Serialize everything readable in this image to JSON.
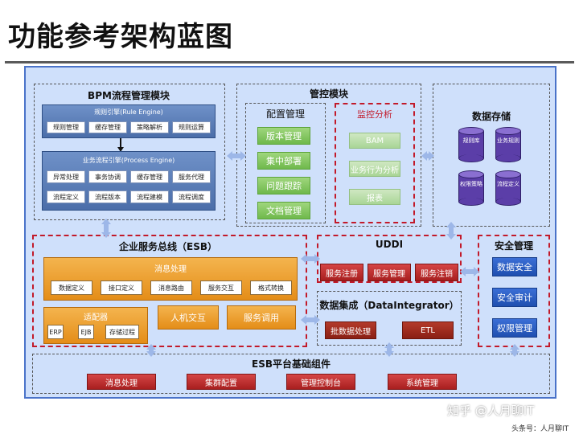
{
  "title": "功能参考架构蓝图",
  "bpm": {
    "title": "BPM流程管理模块",
    "rule_engine": {
      "title": "规则引擎(Rule Engine)",
      "cells": [
        "规则管理",
        "缓存管理",
        "策略解析",
        "规则运算"
      ]
    },
    "process_engine": {
      "title": "业务流程引擎(Process Engine)",
      "cells": [
        "异常处理",
        "事务协调",
        "缓存管理",
        "服务代理",
        "流程定义",
        "流程版本",
        "流程建模",
        "流程调度"
      ]
    }
  },
  "control": {
    "title": "管控模块",
    "config": {
      "title": "配置管理",
      "items": [
        "版本管理",
        "集中部署",
        "问题跟踪",
        "文档管理"
      ]
    },
    "monitor": {
      "title": "监控分析",
      "items": [
        "BAM",
        "业务行为分析",
        "报表"
      ]
    }
  },
  "storage": {
    "title": "数据存储",
    "dbs": [
      "规则库",
      "业务规则",
      "权限策略",
      "流程定义"
    ]
  },
  "esb": {
    "title": "企业服务总线（ESB）",
    "messaging": {
      "title": "消息处理",
      "cells": [
        "数据定义",
        "接口定义",
        "消息路由",
        "服务交互",
        "格式转换"
      ]
    },
    "adapter": {
      "title": "适配器",
      "cells": [
        "ERP",
        "EJB",
        "存储过程"
      ]
    },
    "human": "人机交互",
    "service_call": "服务调用"
  },
  "uddi": {
    "title": "UDDI",
    "items": [
      "服务注册",
      "服务管理",
      "服务注销"
    ]
  },
  "integration": {
    "title": "数据集成（DataIntegrator）",
    "items": [
      "批数据处理",
      "ETL"
    ]
  },
  "security": {
    "title": "安全管理",
    "items": [
      "数据安全",
      "安全审计",
      "权限管理"
    ]
  },
  "base": {
    "title": "ESB平台基础组件",
    "items": [
      "消息处理",
      "集群配置",
      "管理控制台",
      "系统管理"
    ]
  },
  "watermark": {
    "main": "知乎 @人月聊IT",
    "sub": "头条号：人月聊IT"
  },
  "colors": {
    "canvas": "#cfe0fb",
    "border_blue": "#4a73c9",
    "dash_red": "#c21a2a",
    "green": "#6fb94c",
    "orange": "#e48d18",
    "red": "#a81f1f",
    "blue": "#1f4fb0",
    "purple": "#5b3ea8"
  }
}
